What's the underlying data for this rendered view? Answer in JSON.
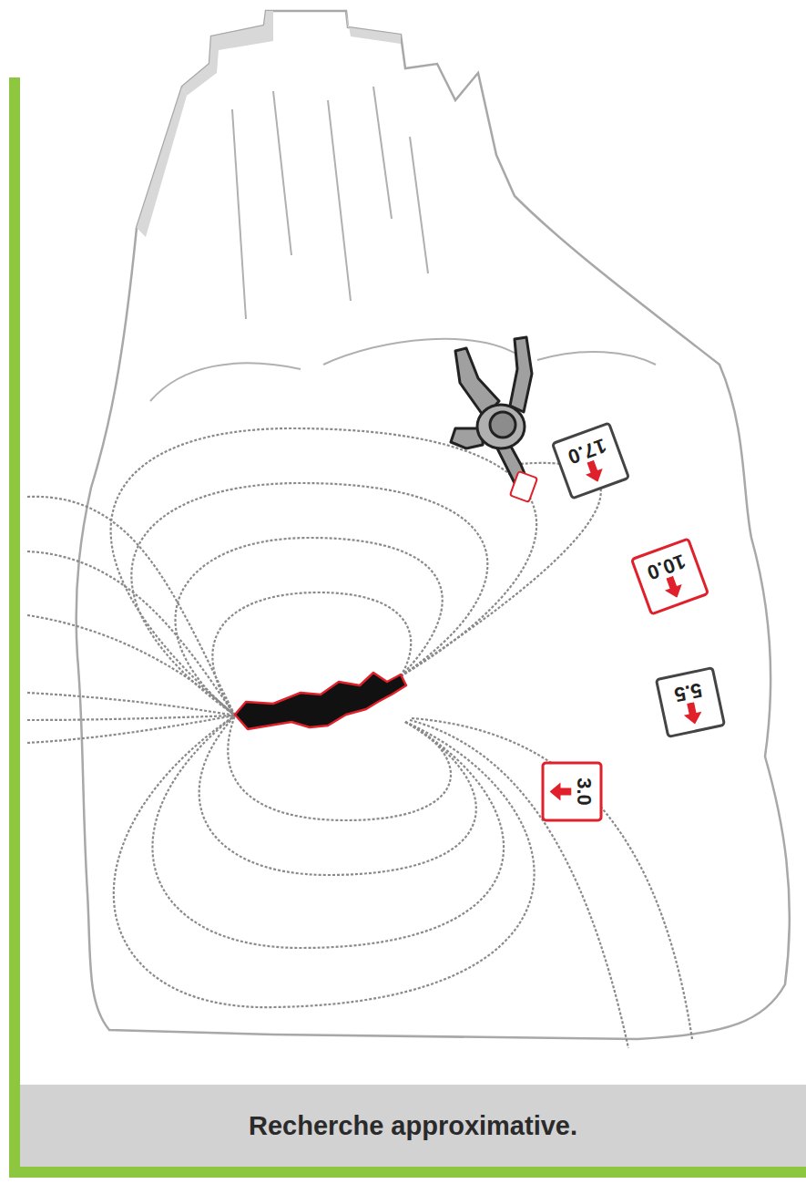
{
  "diagram": {
    "caption": "Recherche approximative.",
    "nodes": [
      {
        "text": [
          "17.0"
        ]
      },
      {
        "text": [
          "10.0"
        ]
      },
      {
        "text": [
          "5.5"
        ]
      },
      {
        "text": [
          "3.0"
        ]
      }
    ]
  }
}
